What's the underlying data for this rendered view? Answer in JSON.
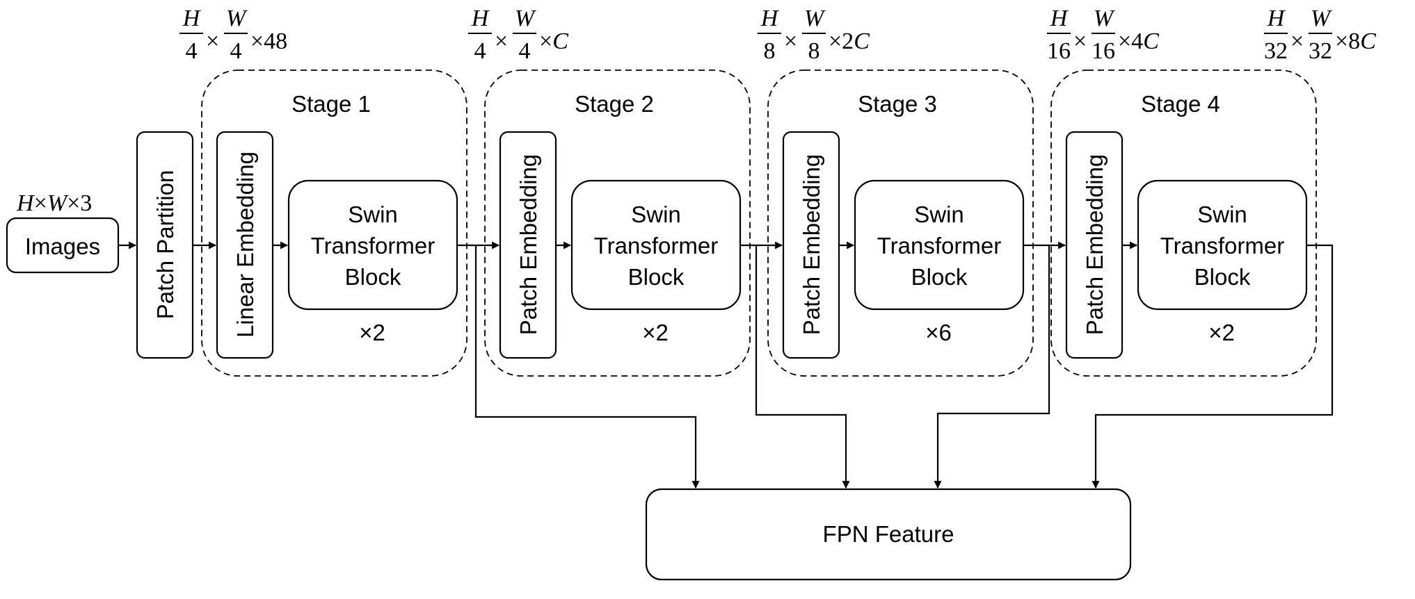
{
  "input": {
    "label": "Images",
    "shape": {
      "H": "H",
      "t1": "×",
      "W": "W",
      "t2": "×",
      "n": "3"
    }
  },
  "patch_partition": {
    "label": "Patch Partition"
  },
  "stages": [
    {
      "title": "Stage 1",
      "embed_label": "Linear Embedding",
      "block_lines": [
        "Swin",
        "Transformer",
        "Block"
      ],
      "repeat": "×2",
      "dims": {
        "h_num": "H",
        "h_den": "4",
        "w_num": "W",
        "w_den": "4",
        "suffix": "×48",
        "suffix_italic": ""
      }
    },
    {
      "title": "Stage 2",
      "embed_label": "Patch Embedding",
      "block_lines": [
        "Swin",
        "Transformer",
        "Block"
      ],
      "repeat": "×2",
      "dims": {
        "h_num": "H",
        "h_den": "4",
        "w_num": "W",
        "w_den": "4",
        "suffix": "×",
        "suffix_italic": "C"
      }
    },
    {
      "title": "Stage 3",
      "embed_label": "Patch Embedding",
      "block_lines": [
        "Swin",
        "Transformer",
        "Block"
      ],
      "repeat": "×6",
      "dims": {
        "h_num": "H",
        "h_den": "8",
        "w_num": "W",
        "w_den": "8",
        "suffix": "×2",
        "suffix_italic": "C"
      }
    },
    {
      "title": "Stage 4",
      "embed_label": "Patch Embedding",
      "block_lines": [
        "Swin",
        "Transformer",
        "Block"
      ],
      "repeat": "×2",
      "dims": {
        "h_num": "H",
        "h_den": "16",
        "w_num": "W",
        "w_den": "16",
        "suffix": "×4",
        "suffix_italic": "C"
      }
    }
  ],
  "final_dims": {
    "h_num": "H",
    "h_den": "32",
    "w_num": "W",
    "w_den": "32",
    "suffix": "×8",
    "suffix_italic": "C"
  },
  "times_symbol": "×",
  "fpn": {
    "label": "FPN Feature"
  }
}
